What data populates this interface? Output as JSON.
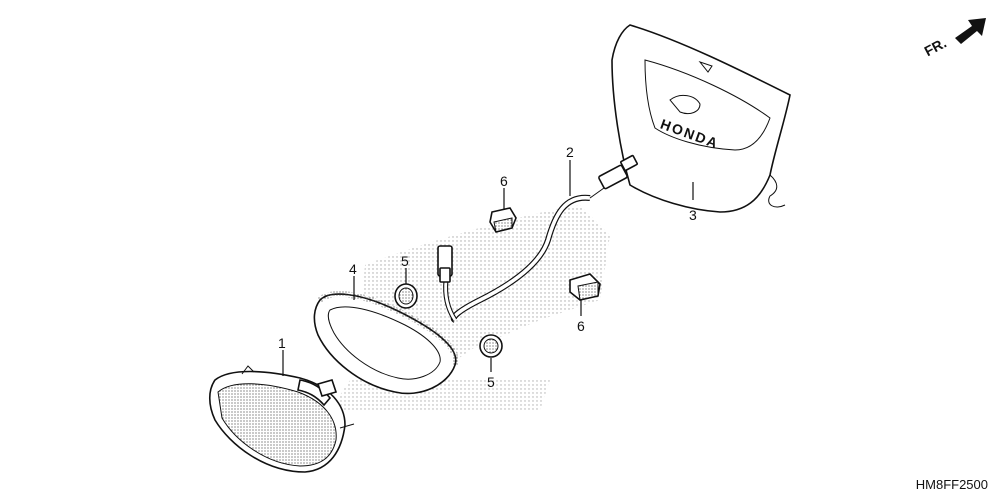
{
  "diagram": {
    "direction_marker": "FR.",
    "brand_text": "HONDA",
    "diagram_code": "HM8FF2500",
    "callouts": [
      {
        "id": "1",
        "text": "1"
      },
      {
        "id": "2",
        "text": "2"
      },
      {
        "id": "3",
        "text": "3"
      },
      {
        "id": "4",
        "text": "4"
      },
      {
        "id": "5a",
        "text": "5"
      },
      {
        "id": "5b",
        "text": "5"
      },
      {
        "id": "6a",
        "text": "6"
      },
      {
        "id": "6b",
        "text": "6"
      }
    ]
  }
}
